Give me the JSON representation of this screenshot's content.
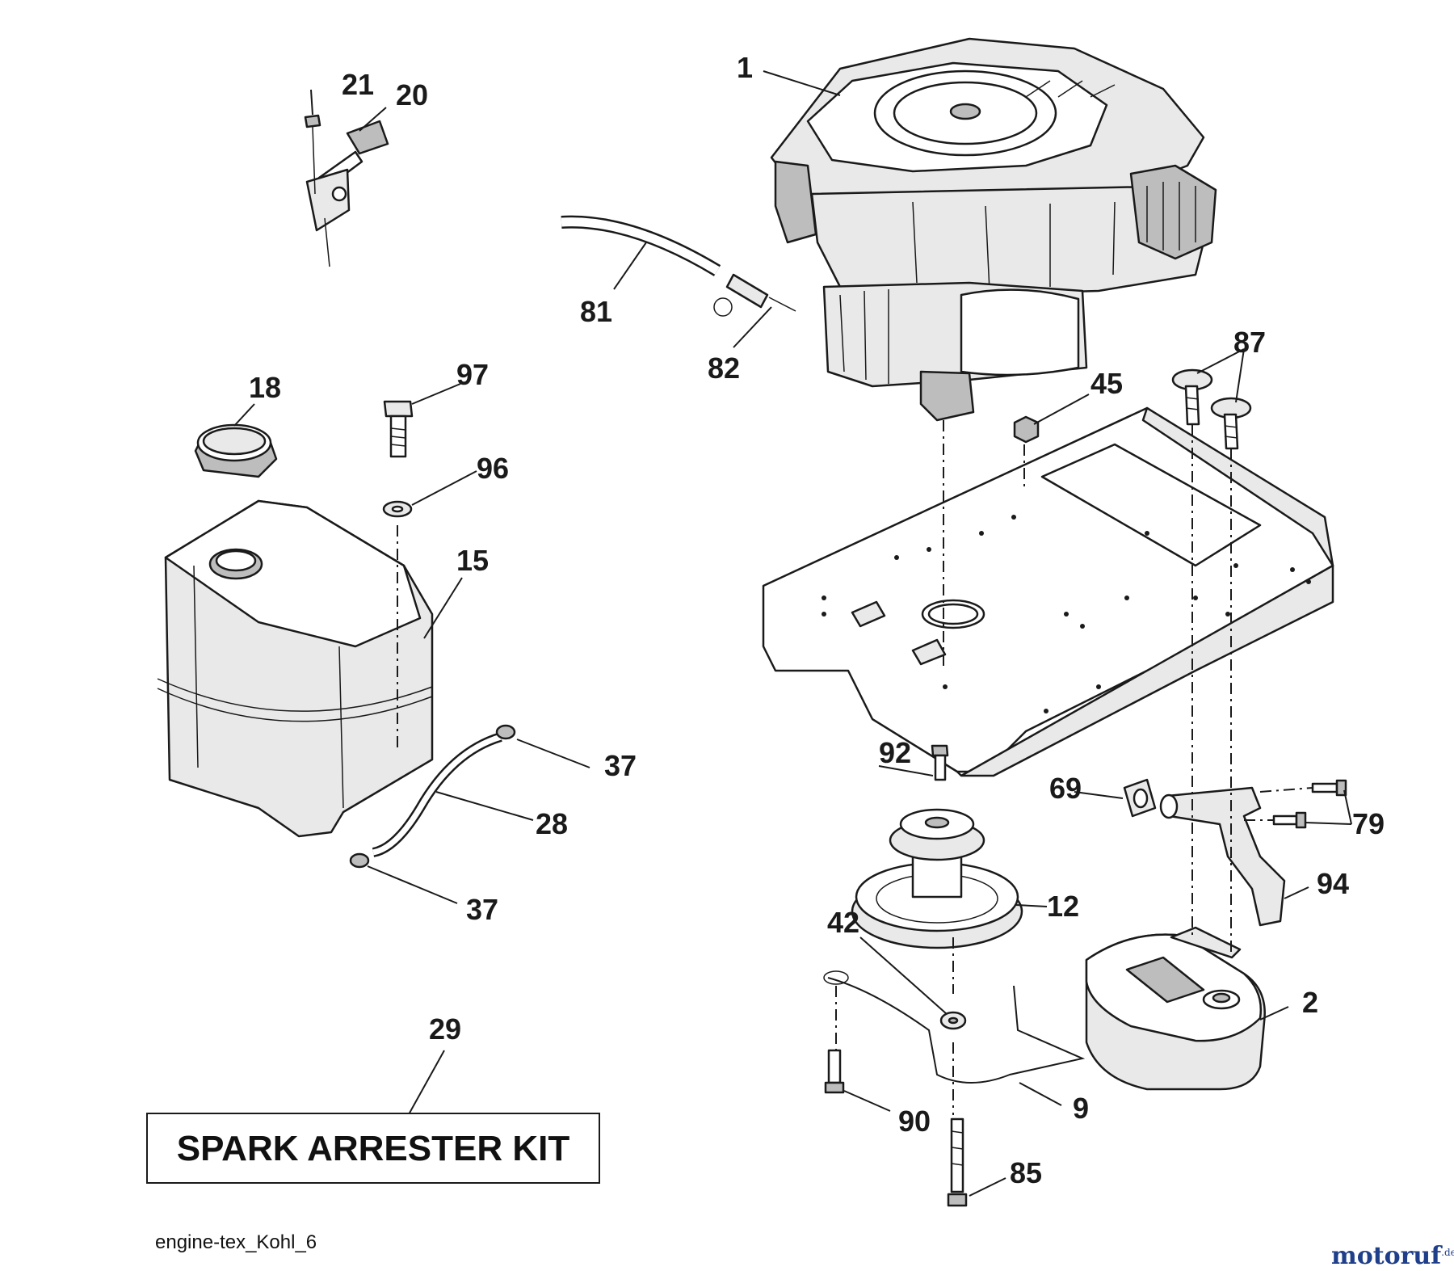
{
  "callouts": [
    {
      "id": "c1",
      "text": "1"
    },
    {
      "id": "c2",
      "text": "2"
    },
    {
      "id": "c9",
      "text": "9"
    },
    {
      "id": "c12",
      "text": "12"
    },
    {
      "id": "c15",
      "text": "15"
    },
    {
      "id": "c18",
      "text": "18"
    },
    {
      "id": "c20",
      "text": "20"
    },
    {
      "id": "c21",
      "text": "21"
    },
    {
      "id": "c28",
      "text": "28"
    },
    {
      "id": "c29",
      "text": "29"
    },
    {
      "id": "c37a",
      "text": "37"
    },
    {
      "id": "c37b",
      "text": "37"
    },
    {
      "id": "c42",
      "text": "42"
    },
    {
      "id": "c45",
      "text": "45"
    },
    {
      "id": "c69",
      "text": "69"
    },
    {
      "id": "c79",
      "text": "79"
    },
    {
      "id": "c81",
      "text": "81"
    },
    {
      "id": "c82",
      "text": "82"
    },
    {
      "id": "c85",
      "text": "85"
    },
    {
      "id": "c87",
      "text": "87"
    },
    {
      "id": "c90",
      "text": "90"
    },
    {
      "id": "c92",
      "text": "92"
    },
    {
      "id": "c94",
      "text": "94"
    },
    {
      "id": "c96",
      "text": "96"
    },
    {
      "id": "c97",
      "text": "97"
    }
  ],
  "kit_box": {
    "label": "SPARK ARRESTER KIT"
  },
  "drawing_code": "engine-tex_Kohl_6",
  "watermark": {
    "brand": "motoruf",
    "tld": ".de"
  }
}
